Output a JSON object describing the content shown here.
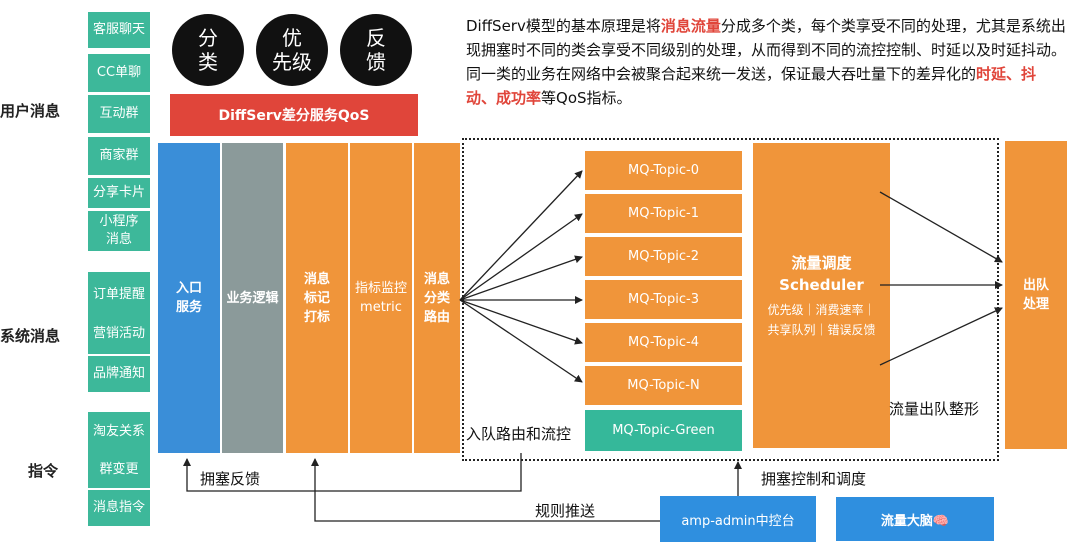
{
  "side_labels": {
    "user": "用户消息",
    "system": "系统消息",
    "command": "指令"
  },
  "user_messages": [
    "客服聊天",
    "CC单聊",
    "互动群",
    "商家群",
    "分享卡片",
    "小程序\n消息"
  ],
  "system_messages": [
    "订单提醒",
    "营销活动",
    "品牌通知"
  ],
  "commands": [
    "淘友关系",
    "群变更",
    "消息指令"
  ],
  "circles": [
    {
      "top": "分",
      "bottom": "类"
    },
    {
      "top": "优",
      "bottom": "先级"
    },
    {
      "top": "反",
      "bottom": "馈"
    }
  ],
  "qos_banner": "DiffServ差分服务QoS",
  "description": {
    "p1": "DiffServ模型的基本原理是将",
    "h1": "消息流量",
    "p2": "分成多个类，每个类享受不同的处理，尤其是系统出现拥塞时不同的类会享受不同级别的处理，从而得到不同的流控控制、时延以及时延抖动。同一类的业务在网络中会被聚合起来统一发送，保证最大吞吐量下的差异化的",
    "h2": "时延、抖动、成功率",
    "p3": "等QoS指标。"
  },
  "pipeline": {
    "entry": "入口\n服务",
    "business": "业务逻辑",
    "tagging": "消息\n标记\n打标",
    "metric": "指标监控\nmetric",
    "routing": "消息\n分类\n路由"
  },
  "topics": [
    "MQ-Topic-0",
    "MQ-Topic-1",
    "MQ-Topic-2",
    "MQ-Topic-3",
    "MQ-Topic-4",
    "MQ-Topic-N"
  ],
  "topic_green": "MQ-Topic-Green",
  "scheduler": {
    "title": "流量调度\nScheduler",
    "detail": "优先级｜消费速率｜\n共享队列｜错误反馈"
  },
  "dequeue": "出队\n处理",
  "labels": {
    "enqueue": "入队路由和流控",
    "shaping": "流量出队整形",
    "congestion_feedback": "拥塞反馈",
    "congestion_control": "拥塞控制和调度",
    "rule_push": "规则推送"
  },
  "admin_console": "amp-admin中控台",
  "traffic_brain": "流量大脑🧠",
  "colors": {
    "green": "#3db89a",
    "orange": "#f0953a",
    "blue": "#3a8ed8",
    "gray": "#8b9a9a",
    "red": "#e0453a",
    "teal": "#35b89a",
    "console_blue": "#2f8fdf"
  }
}
